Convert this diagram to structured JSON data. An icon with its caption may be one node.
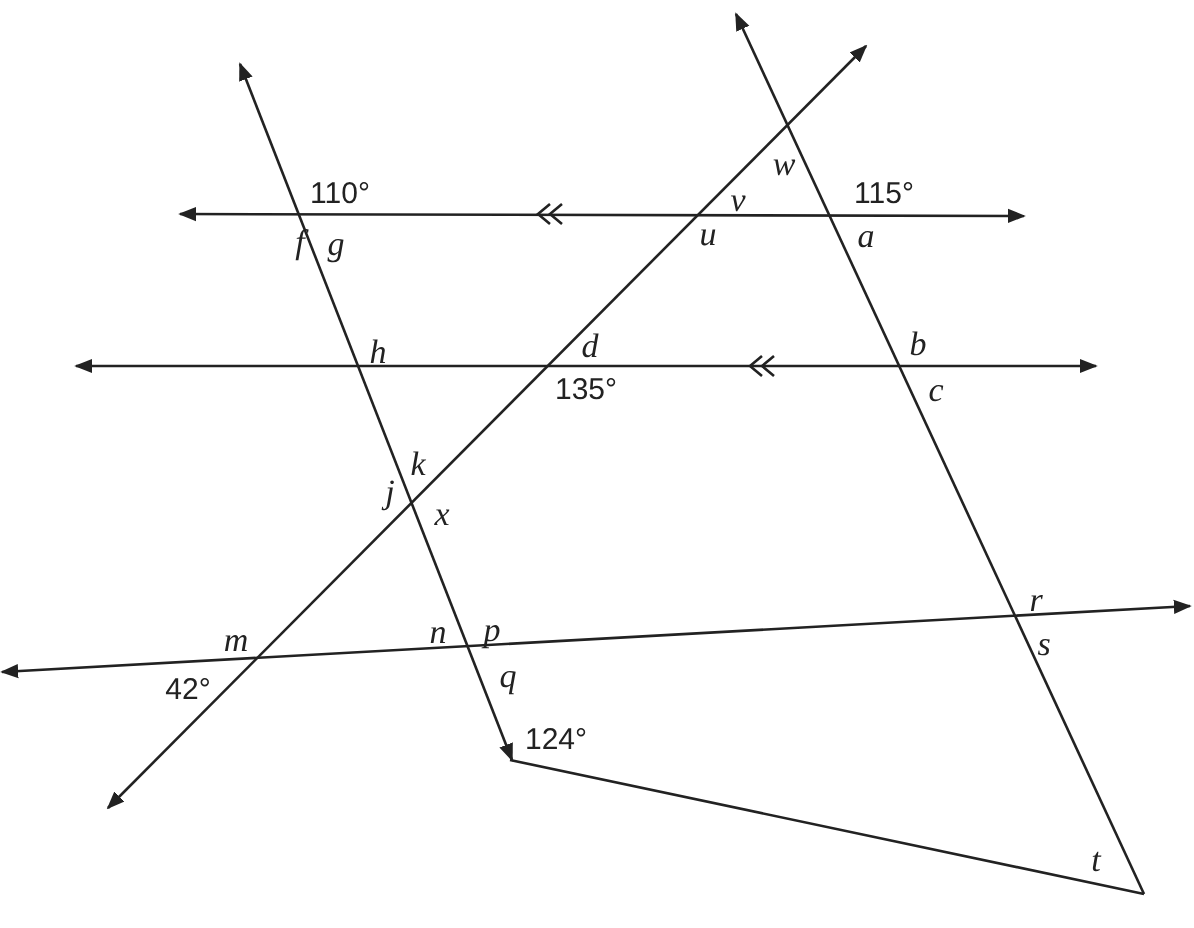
{
  "diagram": {
    "labels": [
      "110°",
      "w",
      "115°",
      "v",
      "f",
      "g",
      "u",
      "a",
      "h",
      "d",
      "b",
      "135°",
      "c",
      "k",
      "j",
      "x",
      "r",
      "m",
      "n",
      "p",
      "s",
      "42°",
      "q",
      "124°",
      "t"
    ]
  }
}
